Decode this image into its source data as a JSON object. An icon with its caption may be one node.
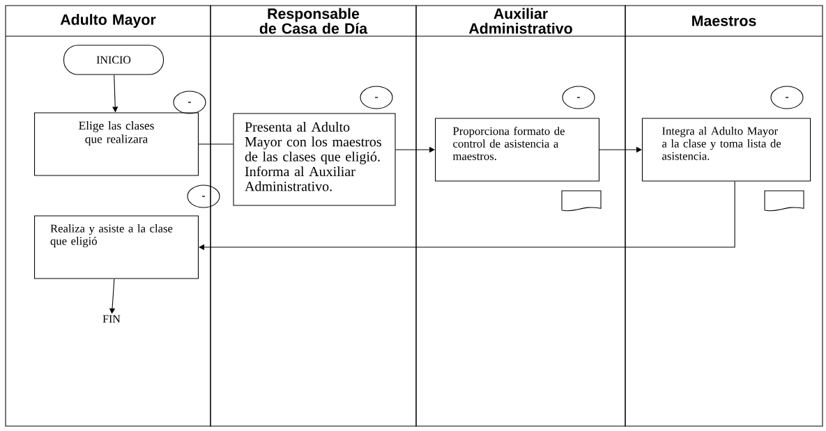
{
  "diagram": {
    "nodes": [
      {
        "text": [
          "Adulto Mayor"
        ]
      },
      {
        "text": [
          "Responsable de Casa de Día"
        ]
      },
      {
        "text": [
          "Auxiliar Administrativo"
        ]
      },
      {
        "text": [
          "Maestros"
        ]
      },
      {
        "text": [
          "INICIO"
        ],
        "in": 0
      },
      {
        "text": [],
        "shape": "circle",
        "in": 0
      },
      {
        "text": [
          "Elige las clases que realizara"
        ],
        "in": 0
      },
      {
        "text": [],
        "shape": "circle",
        "in": 1
      },
      {
        "text": [
          "Presenta al Adulto Mayor con los maestros de las clases que eligió. Informa al Auxiliar Administrativo."
        ],
        "in": 1
      },
      {
        "text": [],
        "shape": "circle"
      },
      {
        "text": [
          "Realiza y asiste a la clase que eligió"
        ],
        "in": 0
      },
      {
        "text": [
          "FIN"
        ],
        "in": 0
      },
      {
        "text": [],
        "shape": "circle",
        "in": 2
      },
      {
        "text": [
          "Proporciona formato de control de asistencia a maestros."
        ],
        "in": 2
      },
      {
        "text": [],
        "shape": "document",
        "in": 2
      },
      {
        "text": [],
        "shape": "circle",
        "in": 3
      },
      {
        "text": [
          "Integra al Adulto Mayor a la clase y toma lista de asistencia."
        ],
        "in": 3
      },
      {
        "text": [],
        "shape": "document",
        "in": 3
      }
    ],
    "edges": [
      {
        "from": 4,
        "to": 6,
        "arrow": "to"
      },
      {
        "from": 6,
        "to": 8,
        "arrow": "none"
      },
      {
        "from": 8,
        "to": 13,
        "arrow": "to"
      },
      {
        "from": 13,
        "to": 16,
        "arrow": "to"
      },
      {
        "from": 16,
        "to": 10,
        "arrow": "to"
      },
      {
        "from": 10,
        "to": 11,
        "arrow": "to"
      }
    ]
  }
}
